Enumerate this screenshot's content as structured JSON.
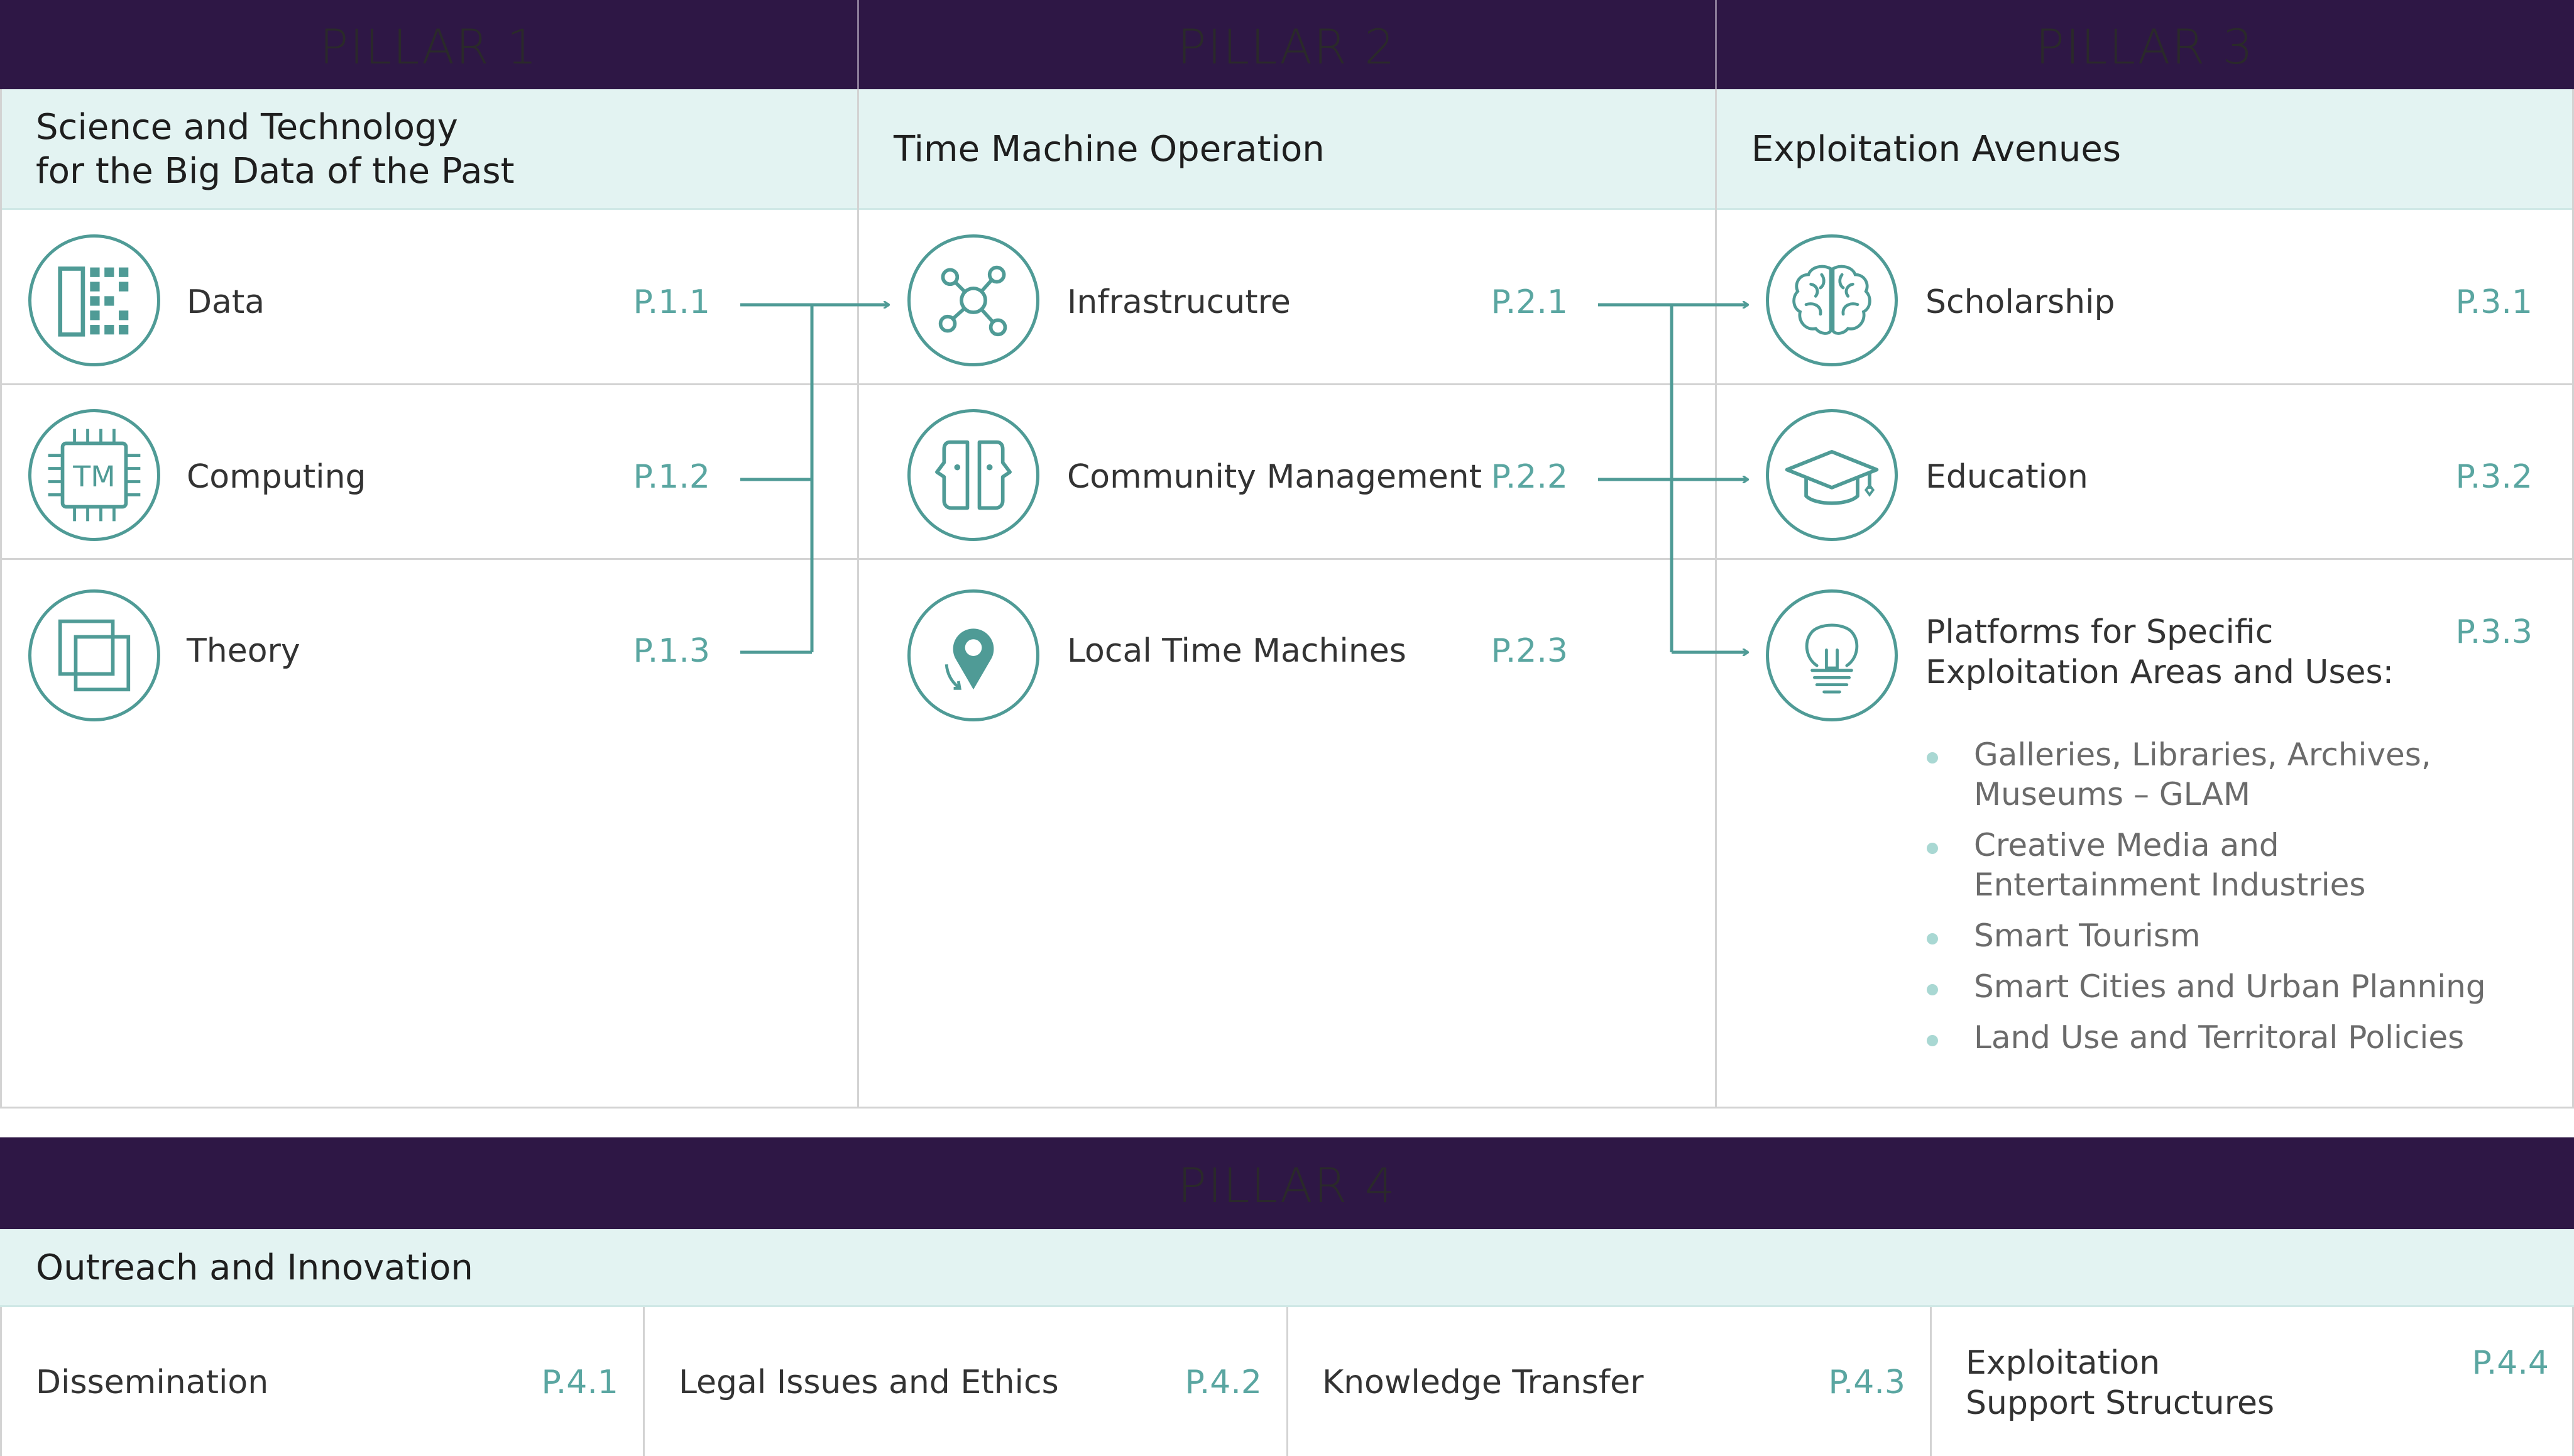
{
  "pillars": [
    {
      "title": "PILLAR 1",
      "subtitle": "Science and Technology\nfor the Big Data of the Past",
      "items": [
        {
          "label": "Data",
          "code": "P.1.1",
          "icon": "data-grid-icon"
        },
        {
          "label": "Computing",
          "code": "P.1.2",
          "icon": "tm-chip-icon"
        },
        {
          "label": "Theory",
          "code": "P.1.3",
          "icon": "overlapping-squares-icon"
        }
      ]
    },
    {
      "title": "PILLAR 2",
      "subtitle": "Time Machine Operation",
      "items": [
        {
          "label": "Infrastrucutre",
          "code": "P.2.1",
          "icon": "network-nodes-icon"
        },
        {
          "label": "Community Management",
          "code": "P.2.2",
          "icon": "two-faces-icon"
        },
        {
          "label": "Local Time Machines",
          "code": "P.2.3",
          "icon": "location-pin-icon"
        }
      ]
    },
    {
      "title": "PILLAR 3",
      "subtitle": "Exploitation Avenues",
      "items": [
        {
          "label": "Scholarship",
          "code": "P.3.1",
          "icon": "brain-icon"
        },
        {
          "label": "Education",
          "code": "P.3.2",
          "icon": "graduation-cap-icon"
        },
        {
          "label": "Platforms for Specific\nExploitation Areas and Uses:",
          "code": "P.3.3",
          "icon": "lightbulb-icon"
        }
      ],
      "bullets": [
        "Galleries, Libraries, Archives,\nMuseums – GLAM",
        "Creative Media and\nEntertainment Industries",
        "Smart Tourism",
        "Smart Cities and Urban Planning",
        "Land Use and Territoral Policies"
      ]
    }
  ],
  "pillar4": {
    "title": "PILLAR 4",
    "subtitle": "Outreach and Innovation",
    "items": [
      {
        "label": "Dissemination",
        "code": "P.4.1"
      },
      {
        "label": "Legal Issues and Ethics",
        "code": "P.4.2"
      },
      {
        "label": "Knowledge Transfer",
        "code": "P.4.3"
      },
      {
        "label": "Exploitation\nSupport Structures",
        "code": "P.4.4"
      }
    ]
  },
  "colors": {
    "header_bg": "#2e1745",
    "subheader_bg": "#e3f3f2",
    "accent_teal": "#4f9b96",
    "code_teal": "#5aa6a1",
    "bullet_dot": "#a9d8d3"
  }
}
